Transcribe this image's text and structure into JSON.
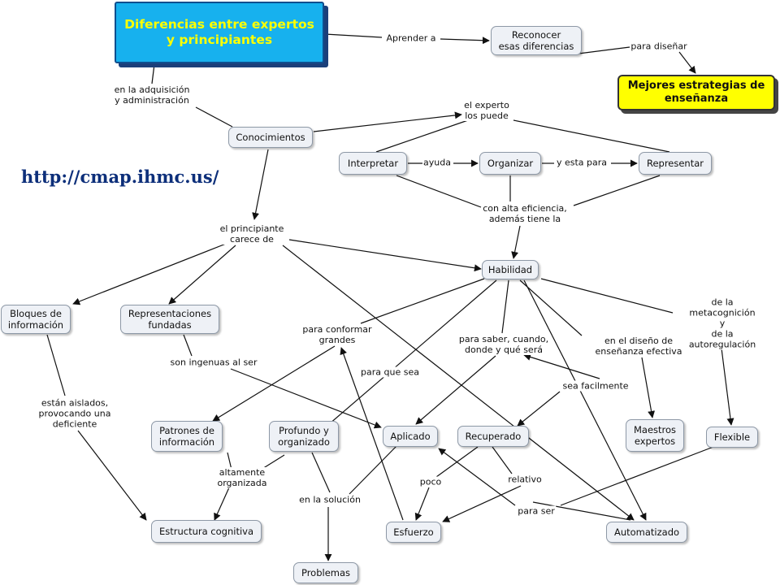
{
  "url": "http://cmap.ihmc.us/",
  "nodes": {
    "title": "Diferencias entre expertos\ny principiantes",
    "reconocer": "Reconocer\nesas diferencias",
    "mejores": "Mejores estrategias de\nenseñanza",
    "conocimientos": "Conocimientos",
    "interpretar": "Interpretar",
    "organizar": "Organizar",
    "representar": "Representar",
    "habilidad": "Habilidad",
    "bloques": "Bloques de\ninformación",
    "representaciones": "Representaciones\nfundadas",
    "patrones": "Patrones de\ninformación",
    "profundo": "Profundo y\norganizado",
    "aplicado": "Aplicado",
    "recuperado": "Recuperado",
    "maestros": "Maestros\nexpertos",
    "flexible": "Flexible",
    "estructura": "Estructura cognitiva",
    "esfuerzo": "Esfuerzo",
    "automatizado": "Automatizado",
    "problemas": "Problemas"
  },
  "labels": {
    "aprender": "Aprender a",
    "para_disenar": "para diseñar",
    "adquisicion": "en la adquisición\ny administración",
    "experto_puede": "el experto\nlos puede",
    "ayuda": "ayuda",
    "esta_para": "y esta para",
    "alta_eficiencia": "con alta eficiencia,\nademás tiene la",
    "carece": "el principiante\ncarece de",
    "conformar": "para conformar\ngrandes",
    "saber": "para saber, cuando,\ndonde y qué será",
    "diseno": "en el diseño de\nenseñanza efectiva",
    "metacognicion": "de la metacognición y\nde la autoregulación",
    "ingenuas": "son ingenuas al ser",
    "para_que_sea": "para que sea",
    "facilmente": "sea facilmente",
    "aislados": "están aislados,\nprovocando una\ndeficiente",
    "altamente": "altamente\norganizada",
    "solucion": "en la solución",
    "poco": "poco",
    "relativo": "relativo",
    "para_ser": "para ser"
  }
}
